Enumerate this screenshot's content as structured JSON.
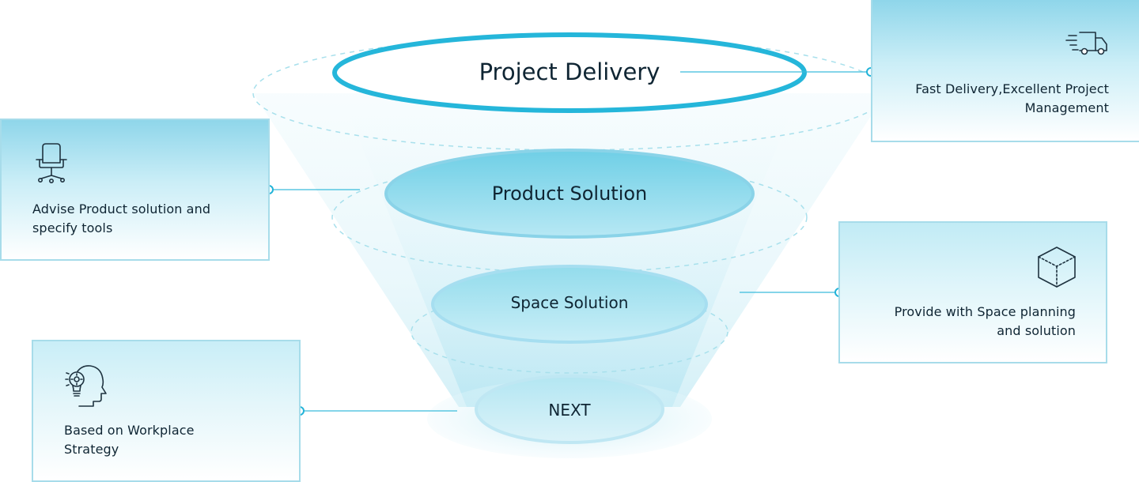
{
  "levels": [
    {
      "label": "Project Delivery"
    },
    {
      "label": "Product Solution"
    },
    {
      "label": "Space Solution"
    },
    {
      "label": "NEXT"
    }
  ],
  "cards": {
    "delivery": {
      "icon": "delivery-truck-icon",
      "lines": [
        "Fast Delivery,Excellent Project",
        "Management"
      ]
    },
    "product": {
      "icon": "office-chair-icon",
      "lines": [
        "Advise Product solution and",
        "specify tools"
      ]
    },
    "space": {
      "icon": "cube-icon",
      "lines": [
        "Provide with Space planning",
        "and solution"
      ]
    },
    "workplace": {
      "icon": "head-lightbulb-icon",
      "lines": [
        "Based on Workplace",
        "Strategy"
      ]
    }
  },
  "colors": {
    "accent": "#21b3d9",
    "accent_light": "#8fd6ea",
    "text": "#0f2533"
  }
}
